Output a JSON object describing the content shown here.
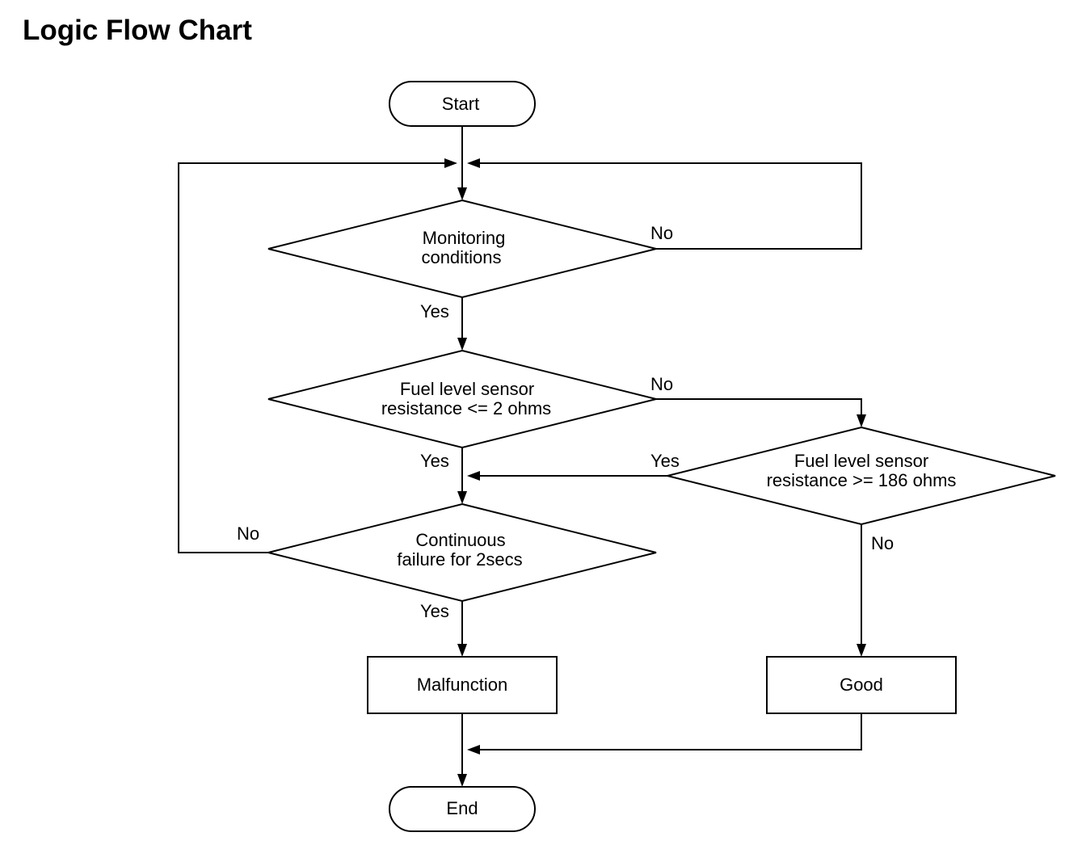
{
  "title": "Logic Flow Chart",
  "nodes": {
    "start": "Start",
    "monitoring": [
      "Monitoring",
      "conditions"
    ],
    "low_check": [
      "Fuel level sensor",
      "resistance <= 2 ohms"
    ],
    "high_check": [
      "Fuel level sensor",
      "resistance >= 186 ohms"
    ],
    "continuous": [
      "Continuous",
      "failure for 2secs"
    ],
    "malfunction": "Malfunction",
    "good": "Good",
    "end": "End"
  },
  "edges": {
    "monitoring_no": "No",
    "monitoring_yes": "Yes",
    "low_no": "No",
    "low_yes": "Yes",
    "high_yes": "Yes",
    "high_no": "No",
    "continuous_no": "No",
    "continuous_yes": "Yes"
  }
}
